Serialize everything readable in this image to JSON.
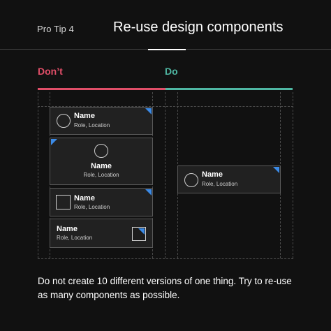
{
  "header": {
    "tip_label": "Pro Tip 4",
    "title": "Re-use design components"
  },
  "columns": {
    "dont": {
      "label": "Don’t",
      "color": "#e04e68"
    },
    "do": {
      "label": "Do",
      "color": "#4fb7a3"
    }
  },
  "dont_cards": [
    {
      "name": "Name",
      "meta": "Role, Location",
      "avatar": "circle",
      "corner": "top-right"
    },
    {
      "name": "Name",
      "meta": "Role, Location",
      "avatar": "circle",
      "corner": "top-left"
    },
    {
      "name": "Name",
      "meta": "Role, Location",
      "avatar": "square",
      "corner": "top-right"
    },
    {
      "name": "Name",
      "meta": "Role, Location",
      "avatar": "square-right",
      "corner": "inside-avatar"
    }
  ],
  "do_card": {
    "name": "Name",
    "meta": "Role, Location",
    "avatar": "circle",
    "corner": "top-right"
  },
  "caption": "Do not create 10 different versions of one thing. Try to re-use as many components as possible.",
  "colors": {
    "background": "#111111",
    "card": "#212121",
    "accent_corner": "#3b8ae6"
  }
}
